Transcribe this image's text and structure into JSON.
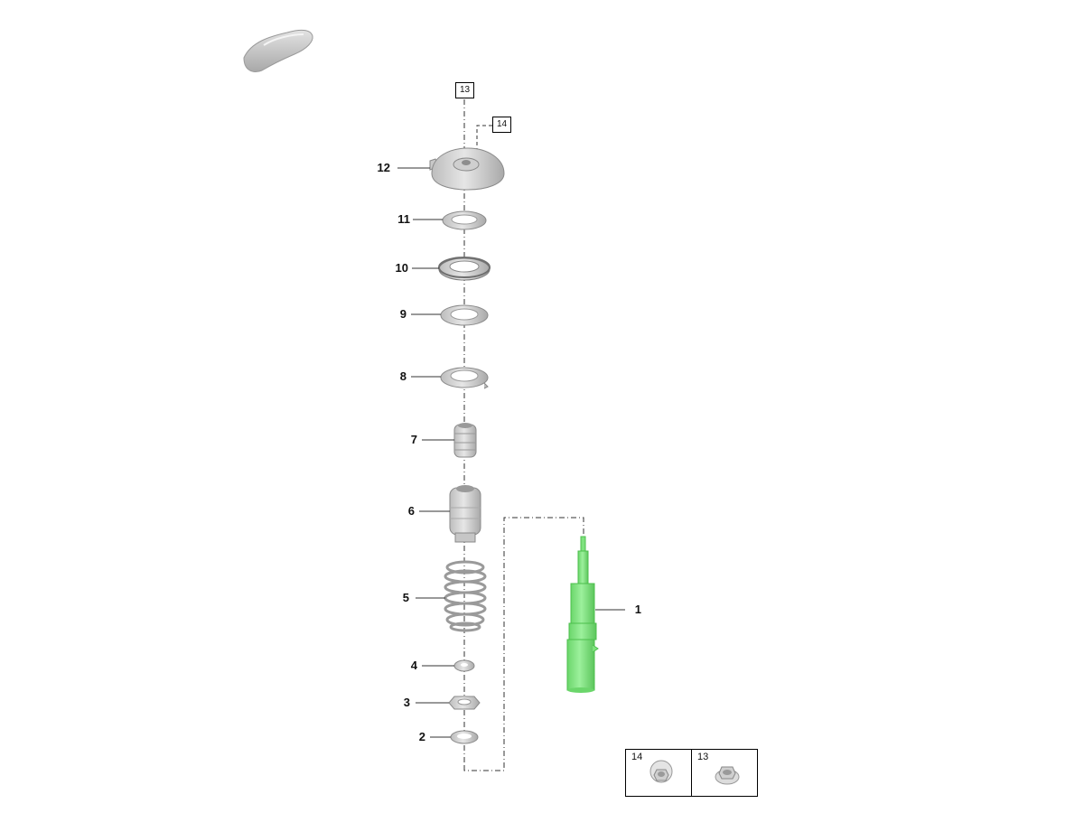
{
  "callouts": {
    "c1": "1",
    "c2": "2",
    "c3": "3",
    "c4": "4",
    "c5": "5",
    "c6": "6",
    "c7": "7",
    "c8": "8",
    "c9": "9",
    "c10": "10",
    "c11": "11",
    "c12": "12"
  },
  "refs": {
    "r13": "13",
    "r14": "14"
  },
  "legend": [
    {
      "number": "14",
      "icon": "nut-icon"
    },
    {
      "number": "13",
      "icon": "flange-nut-icon"
    }
  ],
  "colors": {
    "part_grey": "#d7d7d7",
    "part_edge": "#8a8a8a",
    "highlight_green": "#7fe27f",
    "highlight_edge": "#4cbf4c",
    "leader_line": "#333333"
  }
}
